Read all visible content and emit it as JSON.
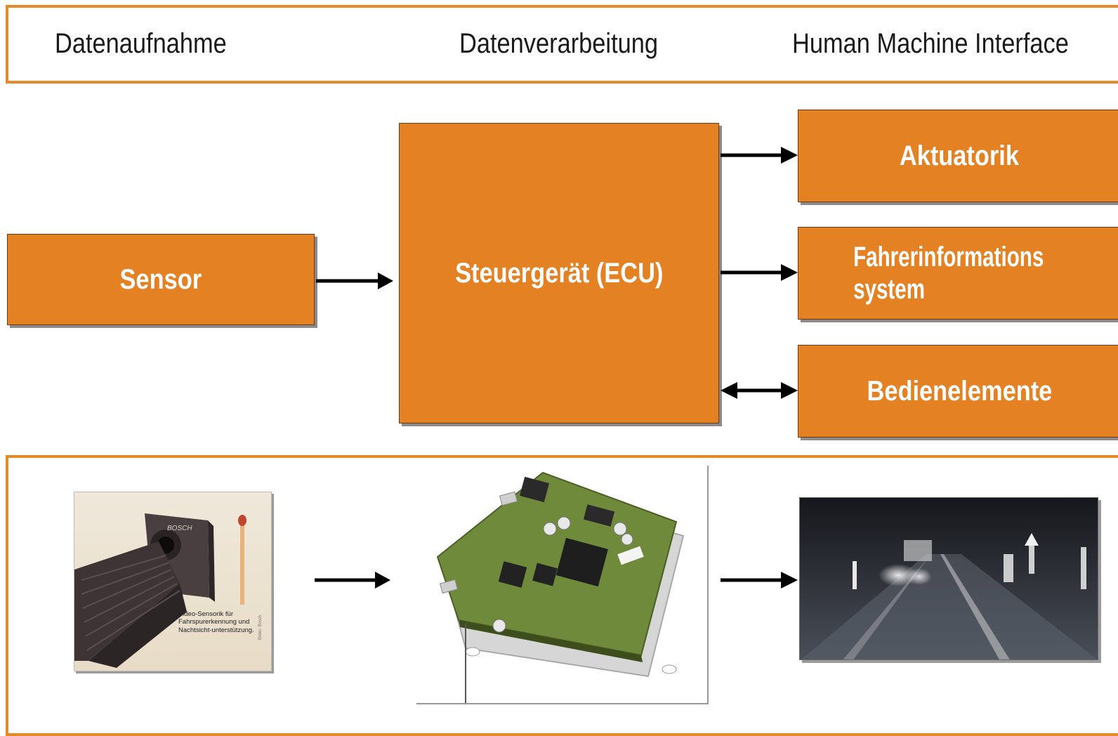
{
  "header": {
    "col1": "Datenaufnahme",
    "col2": "Datenverarbeitung",
    "col3": "Human Machine Interface"
  },
  "boxes": {
    "sensor": "Sensor",
    "ecu": "Steuergerät (ECU)",
    "aktuatorik": "Aktuatorik",
    "fahrerinfo_line1": "Fahrerinformations",
    "fahrerinfo_line2": "system",
    "bedienelemente": "Bedienelemente"
  },
  "photos": {
    "sensor_caption": "Video-Sensorik für Fahrspurerkennung und Nachtsicht-unterstützung.",
    "sensor_brand": "BOSCH",
    "sensor_credit": "Bilder: Bosch"
  },
  "colors": {
    "accent": "#e48123",
    "frame": "#e48a2a"
  }
}
